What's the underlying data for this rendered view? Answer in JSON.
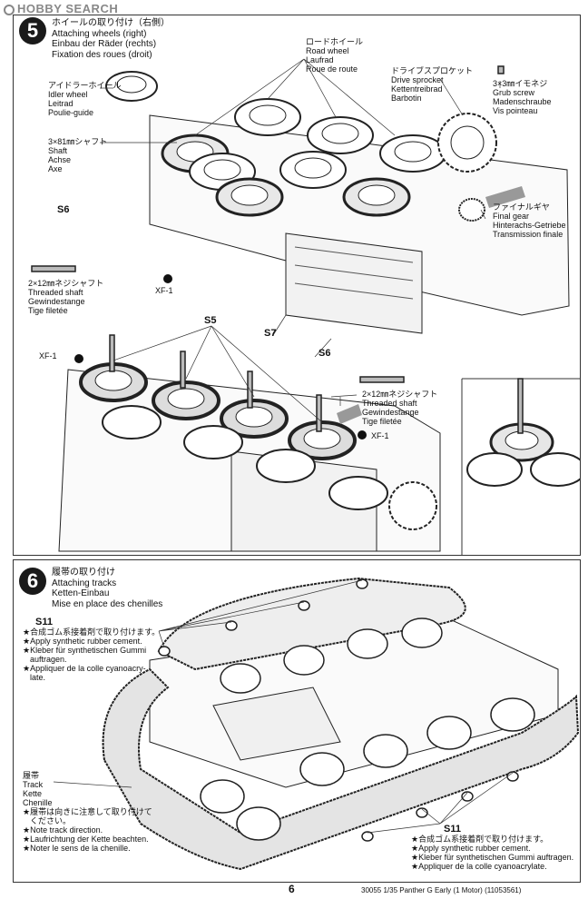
{
  "watermark": "HOBBY SEARCH",
  "step5": {
    "number": "5",
    "title": [
      "ホイールの取り付け（右側）",
      "Attaching wheels (right)",
      "Einbau der Räder (rechts)",
      "Fixation des roues (droit)"
    ],
    "labels": {
      "road_wheel": [
        "ロードホイール",
        "Road wheel",
        "Laufrad",
        "Roue de route"
      ],
      "idler_wheel": [
        "アイドラーホイール",
        "Idler wheel",
        "Leitrad",
        "Poulie-guide"
      ],
      "drive_sprocket": [
        "ドライブスプロケット",
        "Drive sprocket",
        "Kettentreibrad",
        "Barbotin"
      ],
      "grub_screw": [
        "3×3㎜イモネジ",
        "Grub screw",
        "Madenschraube",
        "Vis pointeau"
      ],
      "shaft": [
        "3×81㎜シャフト",
        "Shaft",
        "Achse",
        "Axe"
      ],
      "final_gear": [
        "ファイナルギヤ",
        "Final gear",
        "Hinterachs-Getriebe",
        "Transmission finale"
      ],
      "threaded_shaft_left": [
        "2×12㎜ネジシャフト",
        "Threaded shaft",
        "Gewindestange",
        "Tige filetée"
      ],
      "threaded_shaft_right": [
        "2×12㎜ネジシャフト",
        "Threaded shaft",
        "Gewindestange",
        "Tige filetée"
      ]
    },
    "codes": {
      "s6a": "S6",
      "s6b": "S6",
      "s5": "S5",
      "s7": "S7",
      "xf1a": "XF-1",
      "xf1b": "XF-1",
      "xf1c": "XF-1"
    }
  },
  "step6": {
    "number": "6",
    "title": [
      "履帯の取り付け",
      "Attaching tracks",
      "Ketten-Einbau",
      "Mise en place des chenilles"
    ],
    "s11_left": {
      "code": "S11",
      "lines": [
        "★合成ゴム系接着剤で取り付けます。",
        "★Apply synthetic rubber cement.",
        "★Kleber für synthetischen Gummi",
        "auftragen.",
        "★Appliquer de la colle cyanoacry-",
        "late."
      ]
    },
    "track": {
      "lines": [
        "履帯",
        "Track",
        "Kette",
        "Chenille",
        "★履帯は向きに注意して取り付けて",
        "ください。",
        "★Note track direction.",
        "★Laufrichtung der Kette beachten.",
        "★Noter le sens de la chenille."
      ]
    },
    "s11_right": {
      "code": "S11",
      "lines": [
        "★合成ゴム系接着剤で取り付けます。",
        "★Apply synthetic rubber cement.",
        "★Kleber für synthetischen Gummi auftragen.",
        "★Appliquer de la colle cyanoacrylate."
      ]
    }
  },
  "footer": {
    "page": "6",
    "product": "30055 1/35 Panther G Early (1 Motor) (11053561)"
  }
}
